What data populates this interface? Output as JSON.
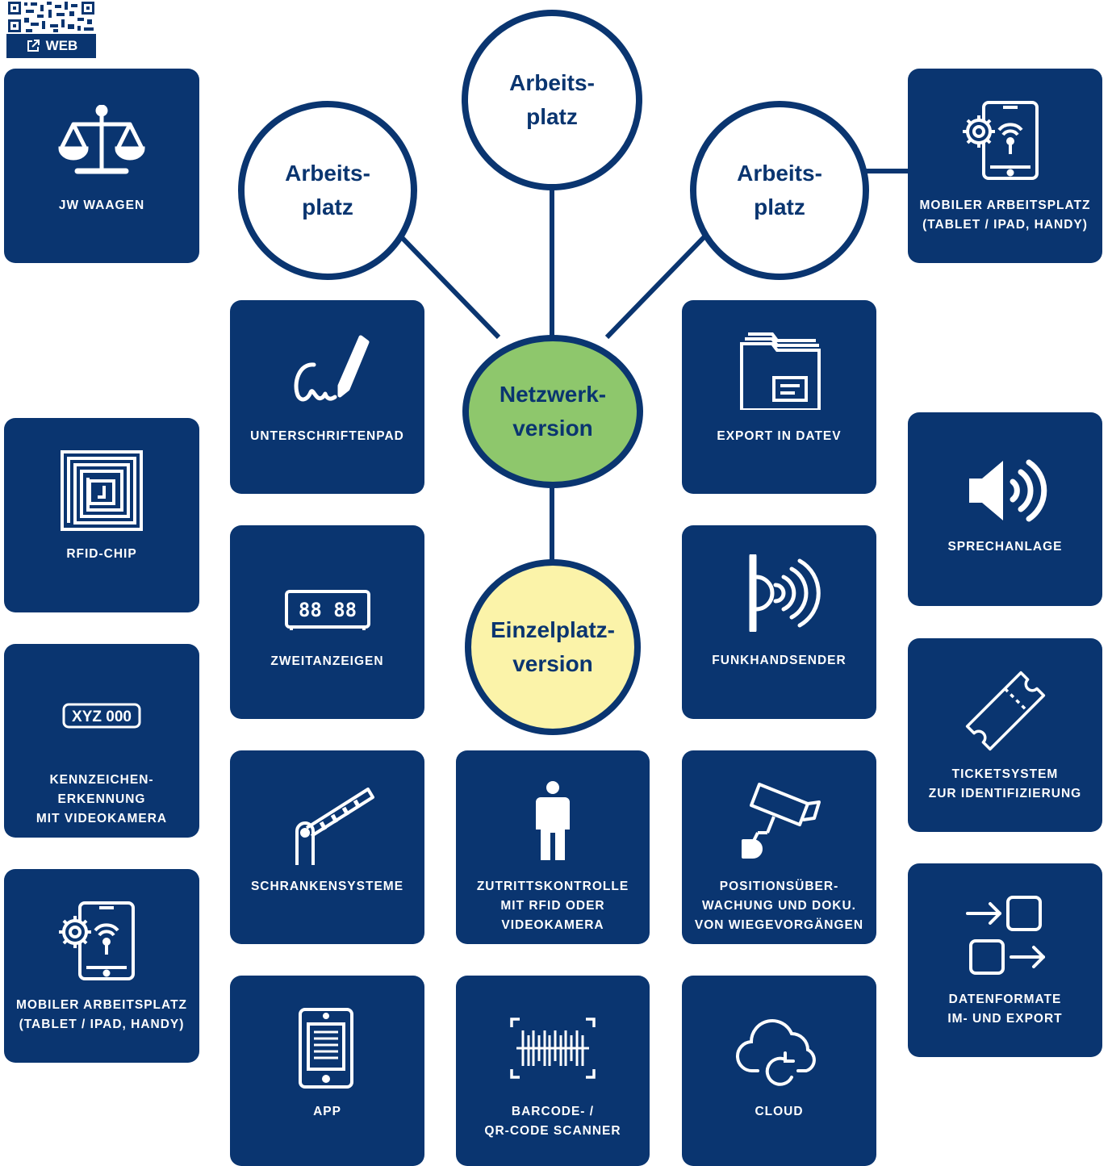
{
  "colors": {
    "navy": "#0a3570",
    "green": "#8ec76c",
    "yellow": "#fbf3a9",
    "white": "#ffffff"
  },
  "qr": {
    "label": "WEB",
    "icon": "external-link-icon"
  },
  "circles": {
    "left": "Arbeits-\nplatz",
    "top": "Arbeits-\nplatz",
    "right": "Arbeits-\nplatz",
    "network": "Netzwerk-\nversion",
    "single": "Einzelplatz-\nversion"
  },
  "tiles": {
    "jw_waagen": {
      "label": "JW WAAGEN",
      "icon": "scale-icon"
    },
    "mobile_top": {
      "label": "MOBILER ARBEITSPLATZ\n(TABLET / IPAD, HANDY)",
      "icon": "tablet-gear-icon"
    },
    "unterschriftenpad": {
      "label": "UNTERSCHRIFTENPAD",
      "icon": "signature-pen-icon"
    },
    "export_datev": {
      "label": "EXPORT IN DATEV",
      "icon": "folder-icon"
    },
    "rfid": {
      "label": "RFID-CHIP",
      "icon": "rfid-chip-icon"
    },
    "sprechanlage": {
      "label": "SPRECHANLAGE",
      "icon": "speaker-icon"
    },
    "zweitanzeigen": {
      "label": "ZWEITANZEIGEN",
      "icon": "display-icon",
      "display_text": "88 88"
    },
    "funkhandsender": {
      "label": "FUNKHANDSENDER",
      "icon": "radio-transmitter-icon"
    },
    "kennzeichen": {
      "label": "KENNZEICHEN-\nERKENNUNG\nMIT VIDEOKAMERA",
      "icon": "license-plate-icon",
      "plate_text": "XYZ 000"
    },
    "ticketsystem": {
      "label": "TICKETSYSTEM\nZUR IDENTIFIZIERUNG",
      "icon": "ticket-icon"
    },
    "schranken": {
      "label": "SCHRANKENSYSTEME",
      "icon": "barrier-icon"
    },
    "zutritt": {
      "label": "ZUTRITTSKONTROLLE\nMIT RFID ODER\nVIDEOKAMERA",
      "icon": "person-icon"
    },
    "position": {
      "label": "POSITIONSÜBER-\nWACHUNG UND DOKU.\nVON WIEGEVORGÄNGEN",
      "icon": "camera-icon"
    },
    "mobile_bottom": {
      "label": "MOBILER ARBEITSPLATZ\n(TABLET / IPAD, HANDY)",
      "icon": "tablet-gear-icon"
    },
    "datenformate": {
      "label": "DATENFORMATE\nIM- UND EXPORT",
      "icon": "data-exchange-icon"
    },
    "app": {
      "label": "APP",
      "icon": "tablet-app-icon"
    },
    "barcode": {
      "label": "BARCODE- /\nQR-CODE SCANNER",
      "icon": "barcode-icon"
    },
    "cloud": {
      "label": "CLOUD",
      "icon": "cloud-icon"
    }
  }
}
